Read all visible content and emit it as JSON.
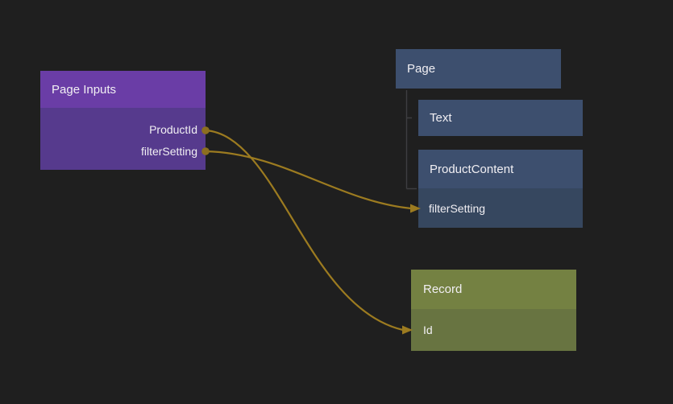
{
  "colors": {
    "background": "#1f1f1f",
    "text": "#f1eff3",
    "wire": "#9c7b20",
    "port_dot": "#8c6e20",
    "tree_line": "#3e3e41",
    "purple_header": "#6a3da6",
    "purple_body": "#563a8d",
    "blue_header": "#3d4f6e",
    "blue_row": "#36475f",
    "green_header": "#748142",
    "green_row": "#687441"
  },
  "page_inputs": {
    "title": "Page Inputs",
    "outputs": [
      {
        "label": "ProductId"
      },
      {
        "label": "filterSetting"
      }
    ]
  },
  "page_tree": {
    "root": {
      "title": "Page"
    },
    "children": [
      {
        "title": "Text"
      },
      {
        "title": "ProductContent",
        "fields": [
          {
            "label": "filterSetting"
          }
        ]
      }
    ]
  },
  "record": {
    "title": "Record",
    "fields": [
      {
        "label": "Id"
      }
    ]
  },
  "connections": [
    {
      "from": "Page Inputs.ProductId",
      "to": "Record.Id"
    },
    {
      "from": "Page Inputs.filterSetting",
      "to": "Page.ProductContent.filterSetting"
    }
  ]
}
